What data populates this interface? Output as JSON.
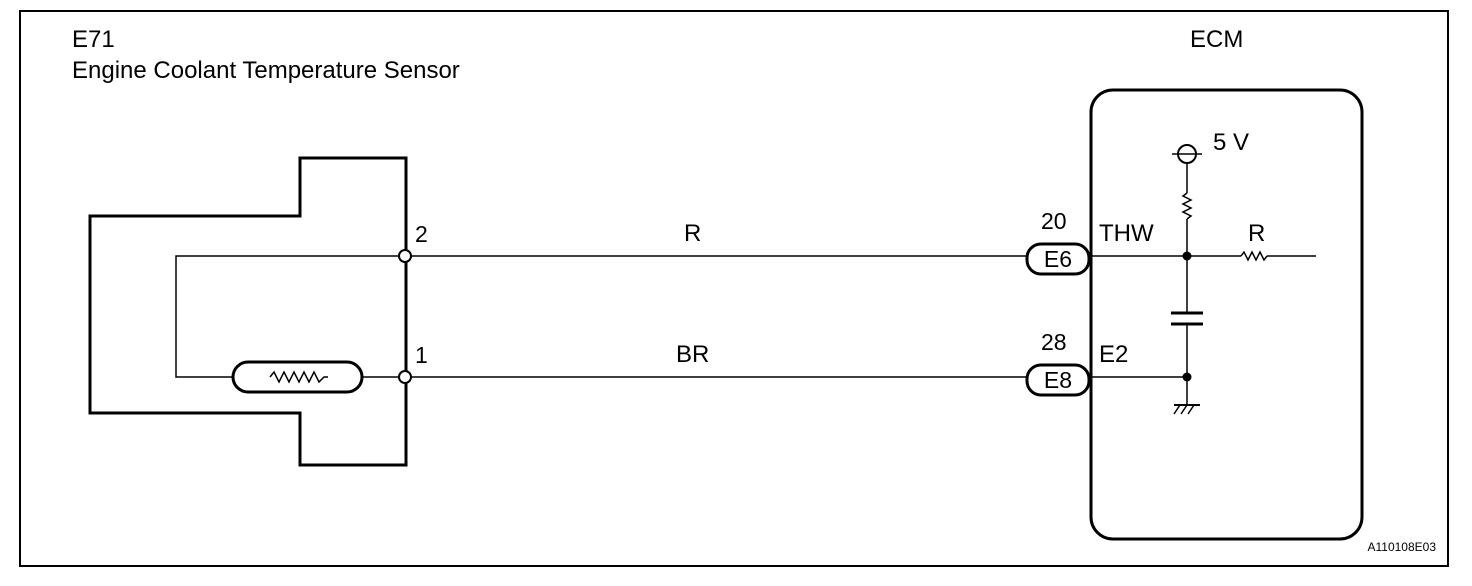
{
  "sensor": {
    "code": "E71",
    "name": "Engine Coolant Temperature Sensor",
    "pins": {
      "upper": "2",
      "lower": "1"
    }
  },
  "ecm": {
    "label": "ECM",
    "supply": "5 V",
    "internal_wire_color": "R",
    "signals": [
      {
        "pin": "20",
        "connector": "E6",
        "name": "THW"
      },
      {
        "pin": "28",
        "connector": "E8",
        "name": "E2"
      }
    ]
  },
  "wires": [
    {
      "color": "R"
    },
    {
      "color": "BR"
    }
  ],
  "reference": "A110108E03"
}
